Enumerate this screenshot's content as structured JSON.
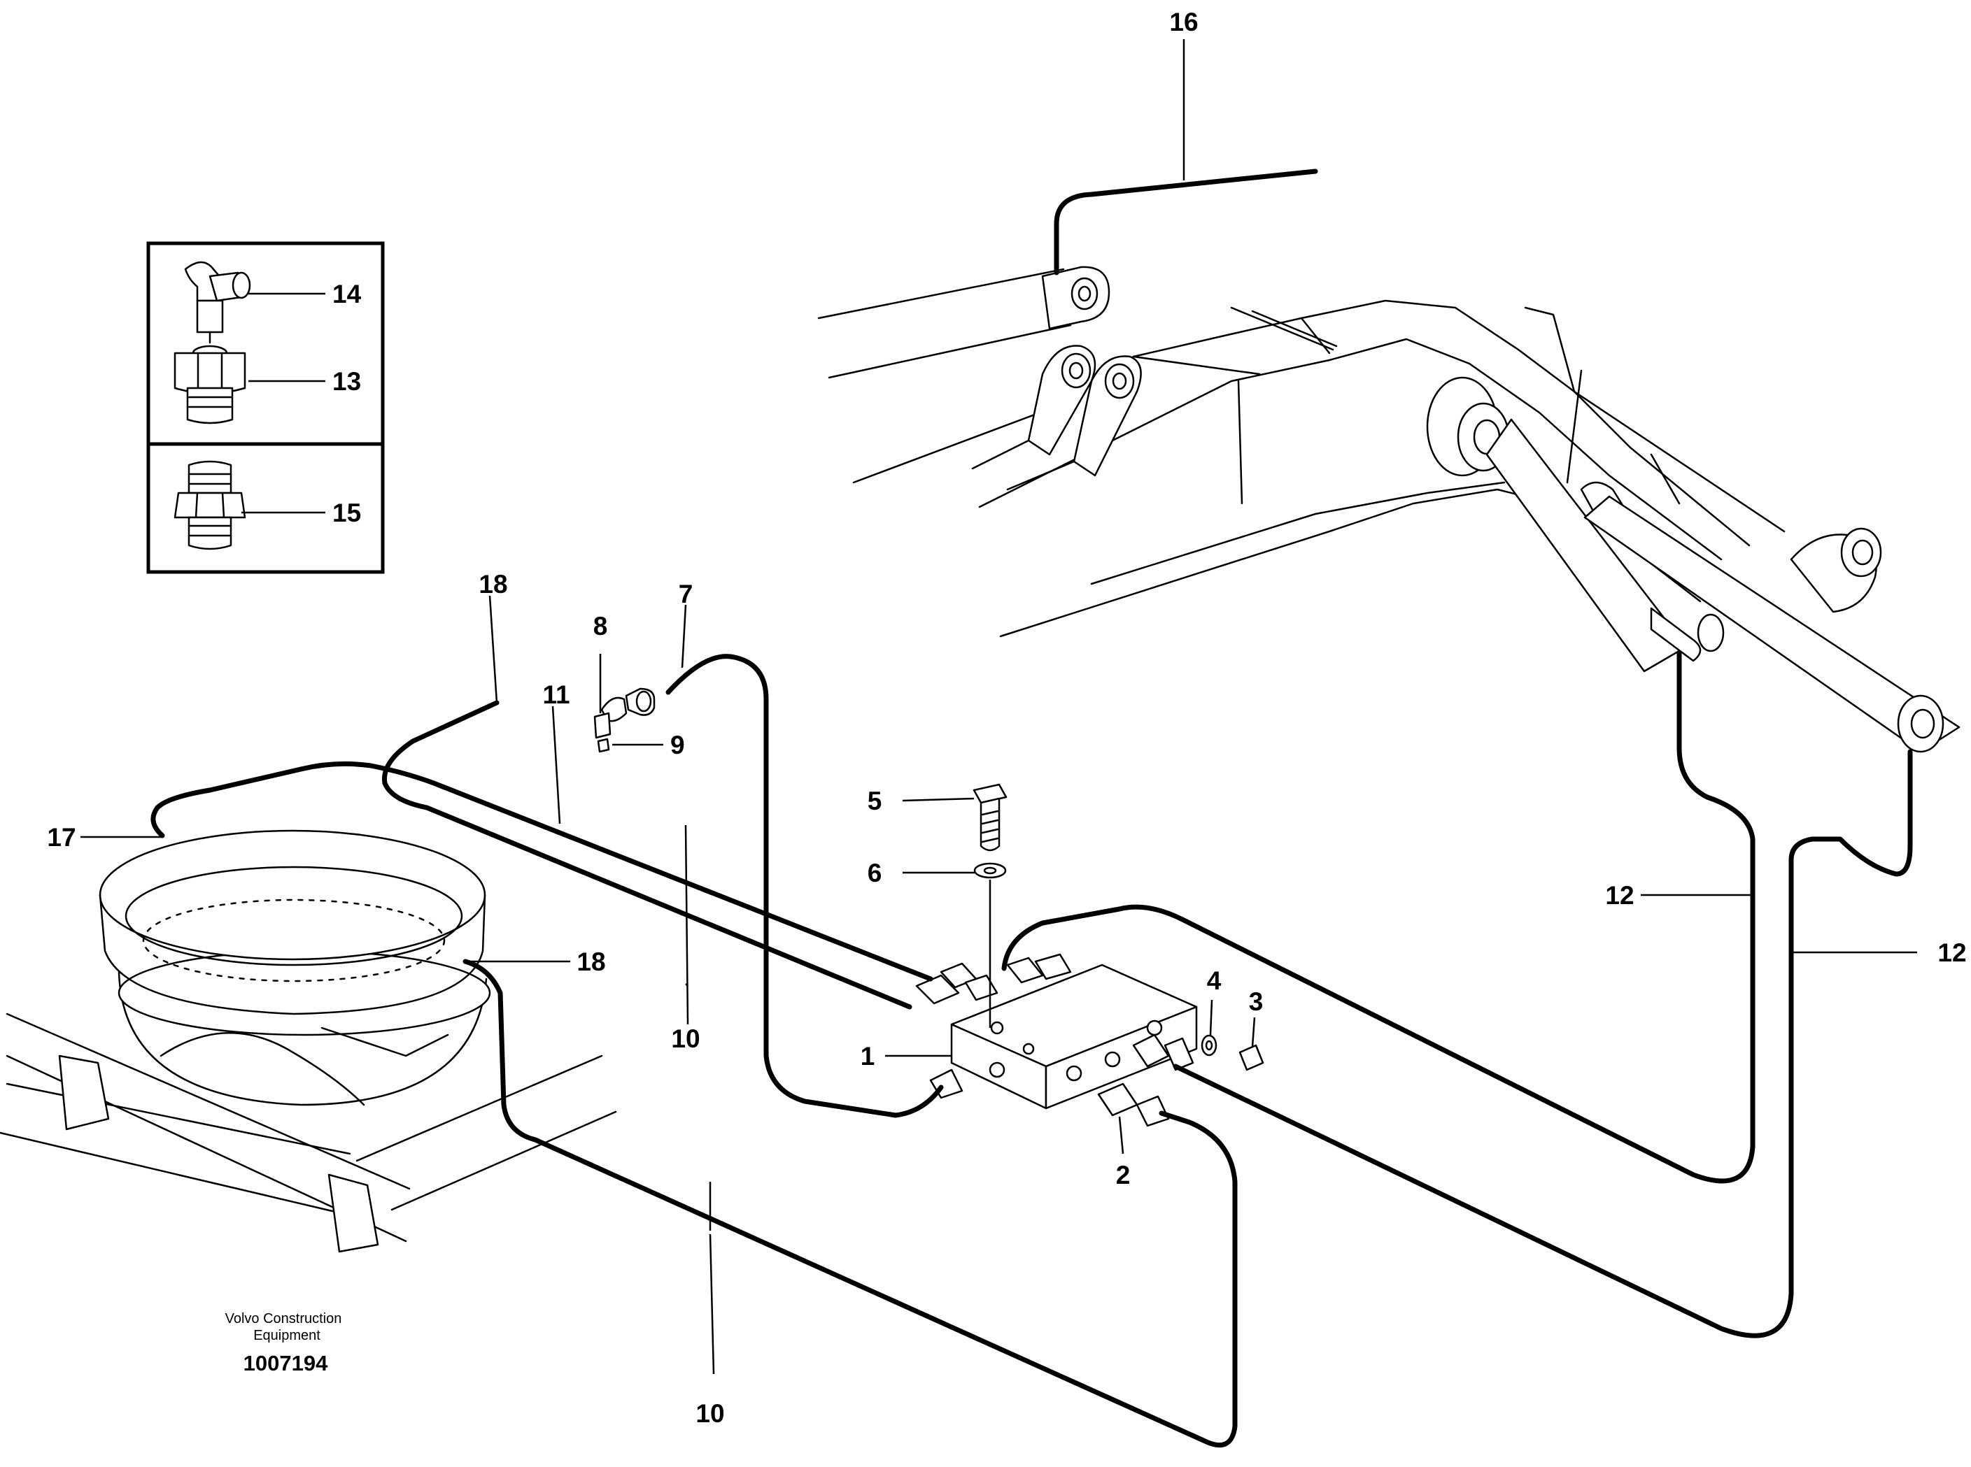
{
  "labels": {
    "l1": "1",
    "l2": "2",
    "l3": "3",
    "l4": "4",
    "l5": "5",
    "l6": "6",
    "l7": "7",
    "l8": "8",
    "l9": "9",
    "l10a": "10",
    "l10b": "10",
    "l11": "11",
    "l12a": "12",
    "l12b": "12",
    "l13": "13",
    "l14": "14",
    "l15": "15",
    "l16": "16",
    "l17": "17",
    "l18a": "18",
    "l18b": "18"
  },
  "footer": {
    "company_line1": "Volvo Construction",
    "company_line2": "Equipment",
    "drawing_number": "1007194"
  },
  "colors": {
    "ink": "#000000",
    "paper": "#ffffff"
  }
}
